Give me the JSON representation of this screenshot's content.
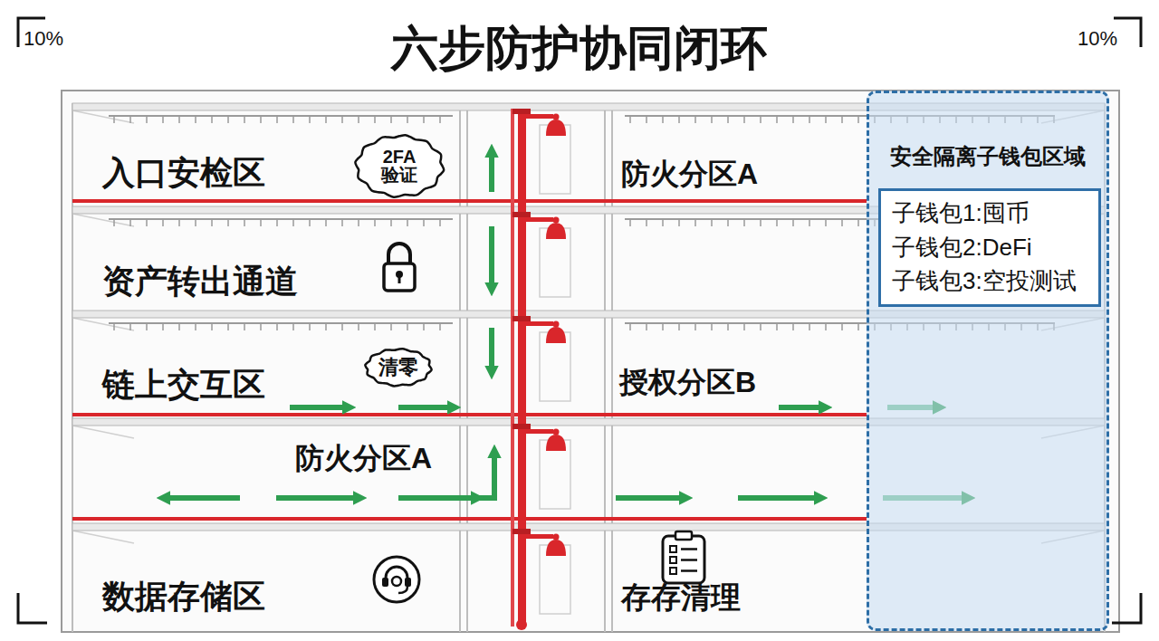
{
  "diagram": {
    "title": "六步防护协同闭环",
    "nodes": [
      {
        "text": [
          "安全隔离子钱包区域"
        ]
      },
      {
        "text": [
          "子钱包1:囤币",
          "子钱包2:DeFi",
          "子钱包3:空投测试"
        ],
        "in": 0
      },
      {
        "text": [
          "2FA 验证"
        ]
      },
      {
        "text": [
          "清零"
        ]
      }
    ],
    "labels": [
      "10%",
      "10%",
      "入口安检区",
      "防火分区A",
      "资产转出通道",
      "链上交互区",
      "授权分区B",
      "防火分区A",
      "数据存储区",
      "存存清理"
    ]
  }
}
